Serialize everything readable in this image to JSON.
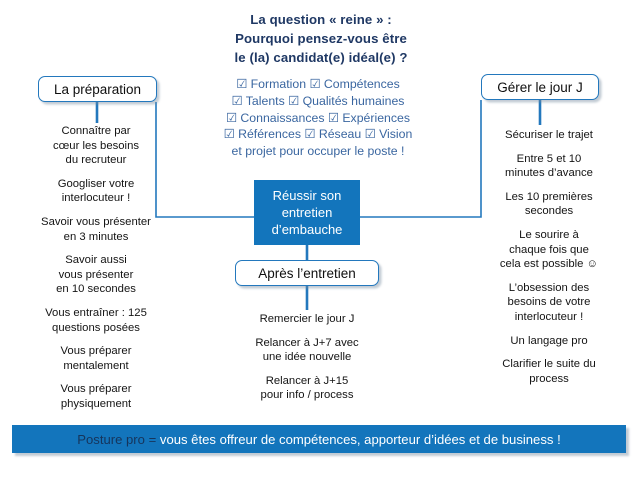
{
  "title": {
    "line1": "La question « reine » :",
    "line2": "Pourquoi pensez-vous être",
    "line3": "le (la) candidat(e) idéal(e) ?",
    "color": "#1f3864"
  },
  "checklist": {
    "checkbox_glyph": "☑",
    "color": "#3a66a0",
    "lines": [
      "☑   Formation  ☑   Compétences",
      "☑ Talents ☑ Qualités  humaines",
      "☑ Connaissances ☑ Expériences",
      "☑ Références ☑ Réseau ☑ Vision",
      "et projet pour occuper le poste !"
    ],
    "items": [
      "Formation",
      "Compétences",
      "Talents",
      "Qualités humaines",
      "Connaissances",
      "Expériences",
      "Références",
      "Réseau",
      "Vision et projet pour occuper le poste !"
    ]
  },
  "center": {
    "line1": "Réussir son",
    "line2": "entretien",
    "line3": "d’embauche",
    "fill": "#1375bc",
    "text_color": "#ffffff"
  },
  "nodes": {
    "preparation": {
      "label": "La préparation"
    },
    "jour_j": {
      "label": "Gérer le jour J"
    },
    "apres": {
      "label": "Après l’entretien"
    },
    "border_color": "#2378bd"
  },
  "branches": {
    "preparation_notes": [
      "Connaître par\ncœur  les besoins\ndu recruteur",
      "Googliser votre\ninterlocuteur !",
      "Savoir vous présenter\nen 3 minutes",
      "Savoir aussi\nvous présenter\nen 10 secondes",
      "Vous entraîner : 125\nquestions posées",
      "Vous préparer\nmentalement",
      "Vous préparer\nphysiquement"
    ],
    "jour_j_notes": [
      "Sécuriser le trajet",
      "Entre 5 et 10\nminutes d’avance",
      "Les 10 premières\nsecondes",
      "Le sourire à\nchaque fois que\ncela est possible ☺",
      "L’obsession des\nbesoins de votre\ninterlocuteur !",
      "Un langage pro",
      "Clarifier le suite du\nprocess"
    ],
    "apres_notes": [
      "Remercier le jour J",
      "Relancer à J+7 avec\nune idée nouvelle",
      "Relancer à J+15\npour info / process"
    ]
  },
  "banner": {
    "lead": "Posture pro = ",
    "rest": "vous êtes offreur de compétences, apporteur d’idées et de business !",
    "fill": "#1375bc",
    "lead_color": "#16355c",
    "text_color": "#ffffff"
  }
}
